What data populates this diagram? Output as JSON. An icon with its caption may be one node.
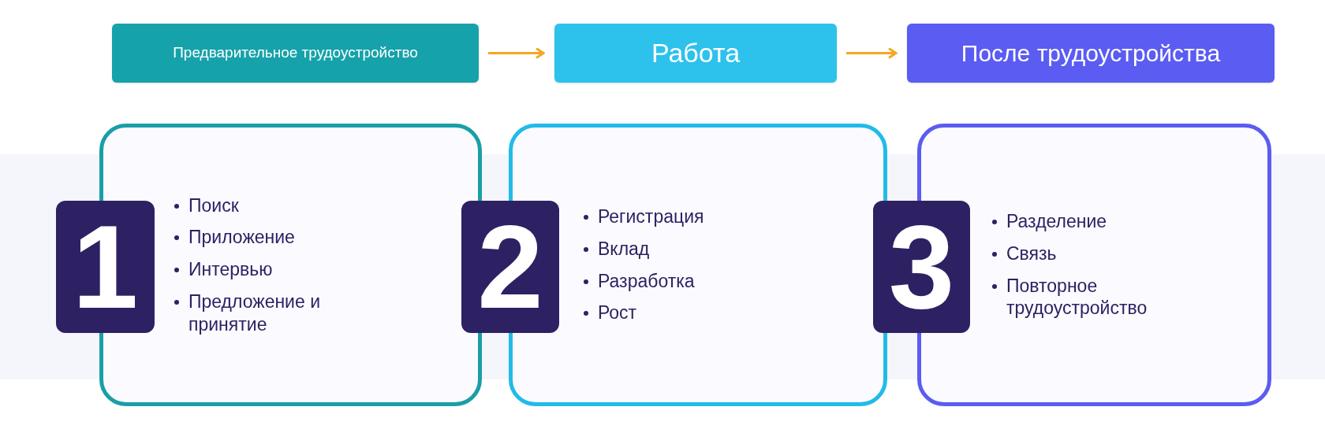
{
  "diagram": {
    "nodes": [
      {
        "text": [
          "Предварительное трудоустройство"
        ]
      },
      {
        "text": [
          "Работа"
        ]
      },
      {
        "text": [
          "После трудоустройства"
        ]
      },
      {
        "text": [
          "1"
        ]
      },
      {
        "text": [
          "Поиск",
          "Приложение",
          "Интервью",
          "Предложение и принятие"
        ]
      },
      {
        "text": [
          "2"
        ]
      },
      {
        "text": [
          "Регистрация",
          "Вклад",
          "Разработка",
          "Рост"
        ]
      },
      {
        "text": [
          "3"
        ]
      },
      {
        "text": [
          "Разделение",
          "Связь",
          "Повторное трудоустройство"
        ]
      }
    ],
    "edges": [
      {
        "from": 0,
        "to": 1,
        "arrow": "to",
        "color": "#f5a623"
      },
      {
        "from": 1,
        "to": 2,
        "arrow": "to",
        "color": "#f5a623"
      }
    ]
  }
}
